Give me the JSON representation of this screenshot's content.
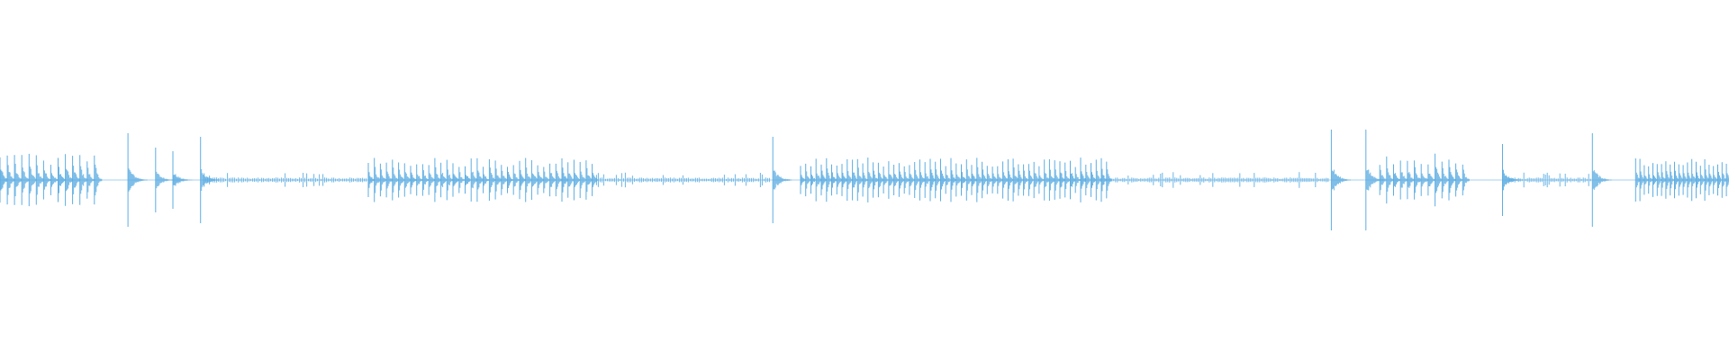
{
  "waveform": {
    "color": "#5dade2",
    "background": "#ffffff",
    "duration_fraction_visible": 1.0,
    "segments": [
      {
        "type": "dense",
        "start": 0.0,
        "end": 0.055,
        "density": 0.0042,
        "amp": 0.07
      },
      {
        "type": "spike",
        "at": 0.074,
        "amp": 0.13
      },
      {
        "type": "spike",
        "at": 0.09,
        "amp": 0.09
      },
      {
        "type": "spike",
        "at": 0.1,
        "amp": 0.08
      },
      {
        "type": "spike",
        "at": 0.116,
        "amp": 0.12
      },
      {
        "type": "quiet",
        "start": 0.118,
        "end": 0.212
      },
      {
        "type": "dense",
        "start": 0.213,
        "end": 0.345,
        "density": 0.0035,
        "amp": 0.06
      },
      {
        "type": "quiet",
        "start": 0.345,
        "end": 0.446
      },
      {
        "type": "spike",
        "at": 0.447,
        "amp": 0.12
      },
      {
        "type": "dense",
        "start": 0.463,
        "end": 0.64,
        "density": 0.003,
        "amp": 0.06
      },
      {
        "type": "quiet",
        "start": 0.64,
        "end": 0.769
      },
      {
        "type": "spike",
        "at": 0.77,
        "amp": 0.14
      },
      {
        "type": "spike",
        "at": 0.79,
        "amp": 0.14
      },
      {
        "type": "dense",
        "start": 0.798,
        "end": 0.848,
        "density": 0.004,
        "amp": 0.07
      },
      {
        "type": "spike",
        "at": 0.869,
        "amp": 0.1
      },
      {
        "type": "quiet",
        "start": 0.873,
        "end": 0.92
      },
      {
        "type": "spike",
        "at": 0.921,
        "amp": 0.13
      },
      {
        "type": "dense",
        "start": 0.946,
        "end": 1.0,
        "density": 0.0025,
        "amp": 0.06
      }
    ]
  }
}
